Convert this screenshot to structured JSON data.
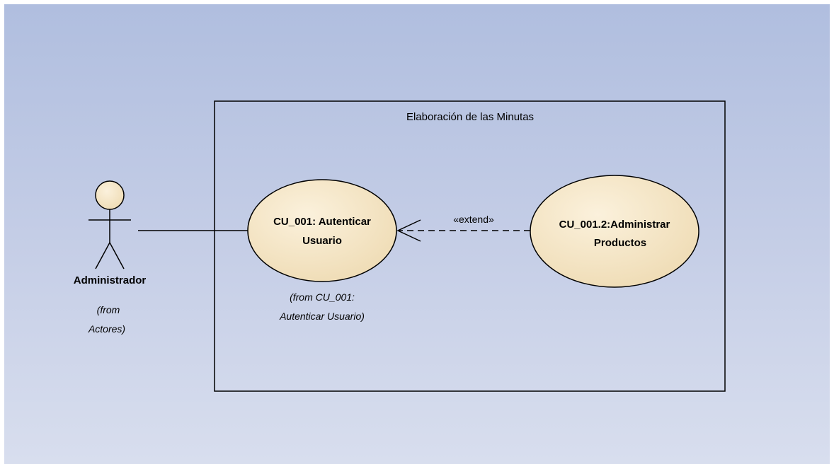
{
  "boundary": {
    "title": "Elaboración de las Minutas"
  },
  "actor": {
    "name": "Administrador",
    "from_line1": "(from",
    "from_line2": "Actores)"
  },
  "use_case_1": {
    "line1": "CU_001: Autenticar",
    "line2": "Usuario",
    "from_line1": "(from CU_001:",
    "from_line2": "Autenticar Usuario)"
  },
  "use_case_2": {
    "line1": "CU_001.2:Administrar",
    "line2": "Productos"
  },
  "extend": {
    "label": "«extend»"
  },
  "colors": {
    "use_case_fill": "#f5e6c8",
    "actor_head_fill": "#f5e6c8",
    "stroke": "#000000"
  }
}
